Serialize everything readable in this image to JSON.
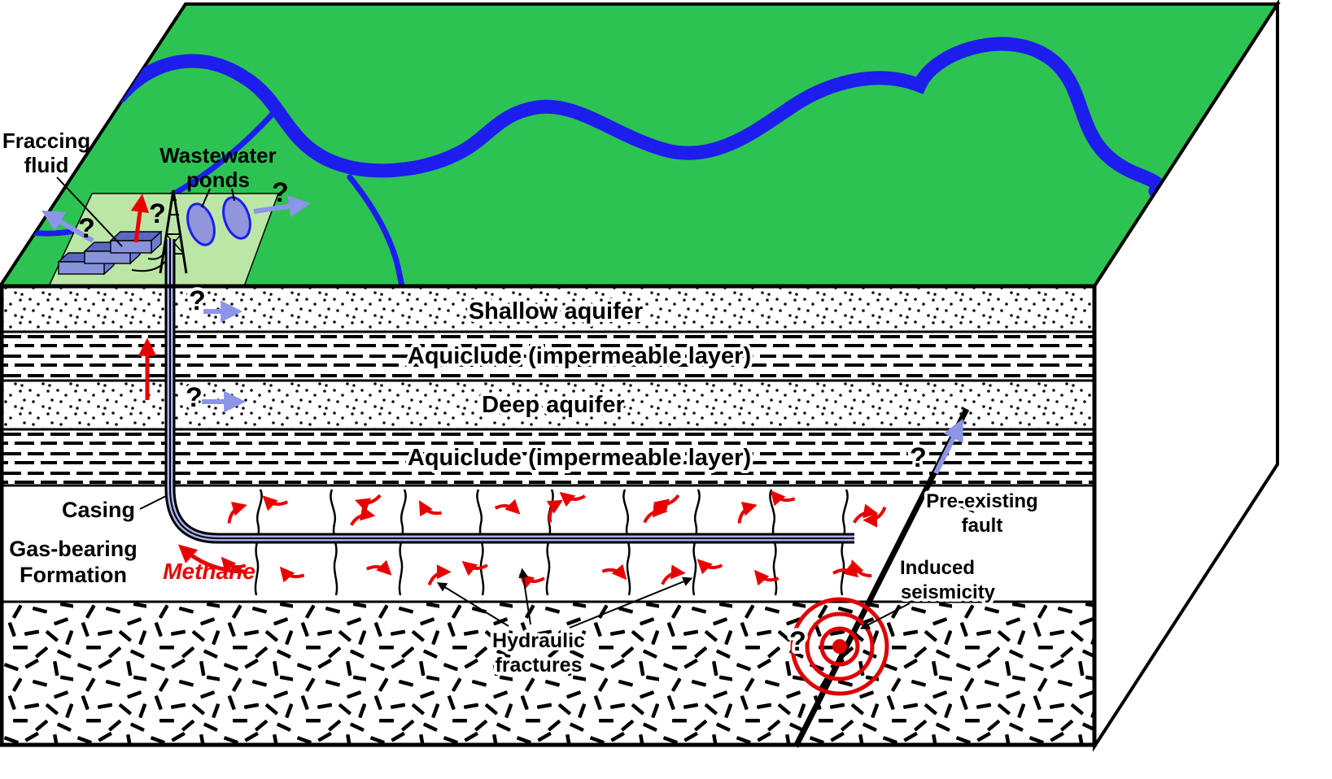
{
  "labels": {
    "fraccing_line1": "Fraccing",
    "fraccing_line2": "fluid",
    "wastewater_line1": "Wastewater",
    "wastewater_line2": "ponds",
    "q": "?",
    "shallow_aquifer": "Shallow aquifer",
    "aquiclude_upper": "Aquiclude (impermeable layer)",
    "deep_aquifer": "Deep aquifer",
    "aquiclude_lower": "Aquiclude (impermeable layer)",
    "casing": "Casing",
    "gas_line1": "Gas-bearing",
    "gas_line2": "Formation",
    "methane": "Methane",
    "hyd_line1": "Hydraulic",
    "hyd_line2": "fractures",
    "fault_line1": "Pre-existing",
    "fault_line2": "fault",
    "seis_line1": "Induced",
    "seis_line2": "seismicity"
  },
  "colors": {
    "surface_green": "#2dc353",
    "pad_green": "#bce6a6",
    "river_blue": "#1d1dee",
    "arrow_blue": "#8c95e8",
    "arrow_red": "#e80000",
    "pond_fill": "#9196dc",
    "pond_stroke": "#1d1dee",
    "casing_inner": "#aab2ea",
    "seismicity_red": "#dd0000",
    "truck_front": "#8894da",
    "truck_top": "#5a68c4"
  }
}
